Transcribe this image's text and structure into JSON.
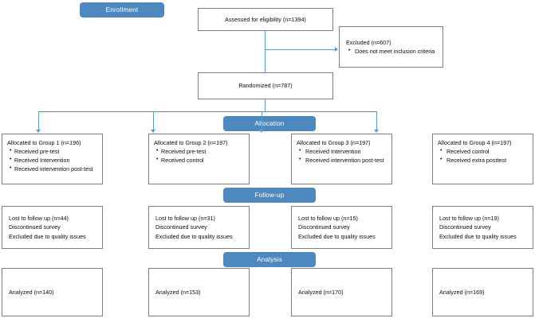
{
  "diagram": {
    "type": "consort-flow-diagram",
    "stage_labels": [
      {
        "id": "enrollment",
        "text": "Enrollment"
      },
      {
        "id": "allocation",
        "text": "Allocation"
      },
      {
        "id": "followup",
        "text": "Follow-up"
      },
      {
        "id": "analysis",
        "text": "Analysis"
      }
    ],
    "colors": {
      "pill_background": "#4d89bf",
      "pill_text": "#ffffff",
      "box_border": "#7f7f7f",
      "connector": "#5b9bd5",
      "branch_line": "#808080",
      "box_background": "#ffffff",
      "box_text": "#0d0d0d"
    },
    "enrollment": {
      "assessed": "Assessed for eligibility (n=1394)",
      "excluded_title": "Excluded (n=607)",
      "excluded_reasons": [
        "Does not meet inclusion criteria"
      ],
      "randomized": "Randomized (n=787)"
    },
    "allocation": [
      {
        "title": "Allocated to Group 1 (n=196)",
        "items": [
          "Received pre-test",
          "Received Intervention",
          "Received intervention post-test"
        ]
      },
      {
        "title": "Allocated to Group  2 (n=197)",
        "items": [
          "Received pre-test",
          "Received control"
        ]
      },
      {
        "title": "Allocated to Group 3 (n=197)",
        "items": [
          "Received Intervention",
          "Received intervention post-test"
        ]
      },
      {
        "title": "Allocated to Group 4 (n=197)",
        "items": [
          "Received control",
          "Received extra posttest"
        ]
      }
    ],
    "followup": [
      {
        "lines": [
          "Lost to follow up (n=44)",
          "Discontinued survey",
          "Excluded due to quality issues"
        ]
      },
      {
        "lines": [
          "Lost to follow up (n=31)",
          "Discontinued survey",
          "Excluded due to quality issues"
        ]
      },
      {
        "lines": [
          "Lost to follow up (n=15)",
          "Discontinued survey",
          "Excluded due to quality issues"
        ]
      },
      {
        "lines": [
          "Lost to follow up (n=19)",
          "Discontinued survey",
          "Excluded due to quality issues"
        ]
      }
    ],
    "analysis": [
      {
        "text": "Analyzed (n=140)"
      },
      {
        "text": "Analyzed (n=153)"
      },
      {
        "text": "Analyzed (n=170)"
      },
      {
        "text": "Analyzed (n=169)"
      }
    ]
  },
  "chart_data": {
    "type": "table",
    "title": "CONSORT participant flow",
    "categories": [
      "Group 1",
      "Group 2",
      "Group 3",
      "Group 4"
    ],
    "series": [
      {
        "name": "Allocated",
        "values": [
          196,
          197,
          197,
          197
        ]
      },
      {
        "name": "Lost to follow up",
        "values": [
          44,
          31,
          15,
          19
        ]
      },
      {
        "name": "Analyzed",
        "values": [
          140,
          153,
          170,
          169
        ]
      }
    ],
    "assessed_for_eligibility": 1394,
    "excluded": 607,
    "randomized": 787
  }
}
